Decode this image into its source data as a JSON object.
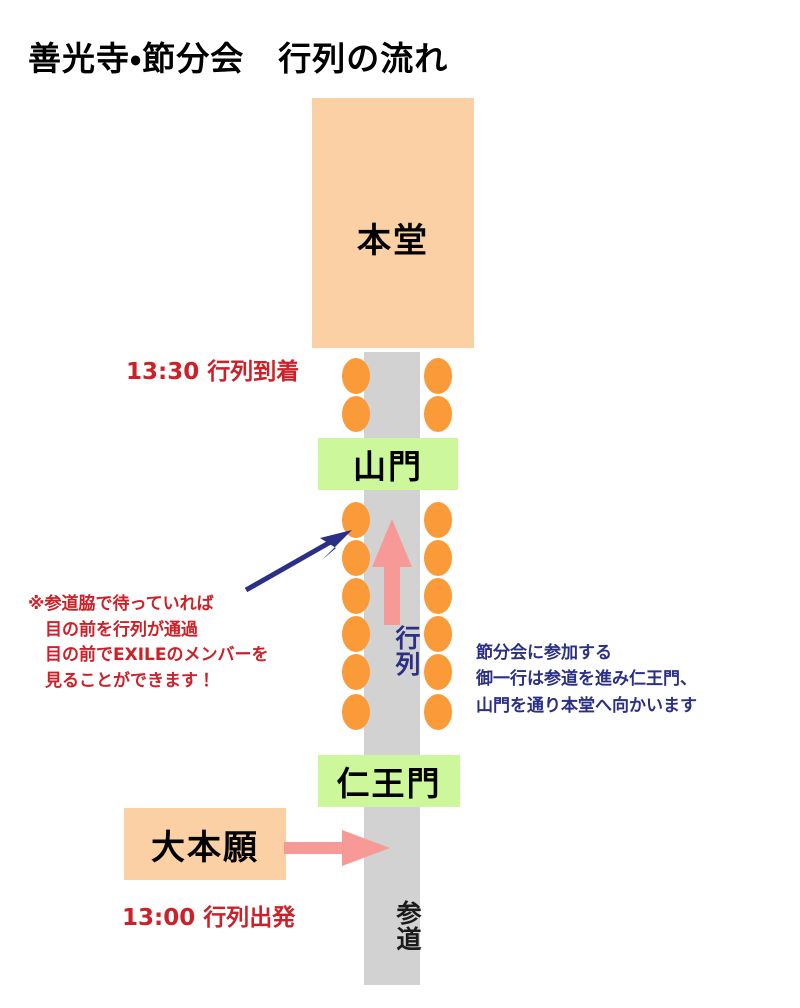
{
  "title": "善光寺・節分会　行列の流れ",
  "buildings": [
    {
      "id": "hondo",
      "label": "本堂",
      "color": "#fbd0a4"
    },
    {
      "id": "daihongan",
      "label": "大本願",
      "color": "#fbd0a4"
    }
  ],
  "gates": [
    {
      "id": "sanmon",
      "label": "山門",
      "color": "#ccf79a"
    },
    {
      "id": "niomon",
      "label": "仁王門",
      "color": "#ccf79a"
    }
  ],
  "path": {
    "label": "参道",
    "color": "#d2d2d2",
    "procession_label": "行列",
    "procession_arrow_color": "#f79a97",
    "procession_label_color": "#2b2f86"
  },
  "crowd": {
    "color": "#fa9a38",
    "rows_above_sanmon": 2,
    "rows_below_sanmon": 6,
    "columns": 2
  },
  "times": {
    "arrive": "13:30 行列到着",
    "depart": "13:00 行列出発",
    "color": "#cc2128"
  },
  "notes": {
    "left": "※参道脇で待っていれば\n　目の前を行列が通過\n　目の前でEXILEのメンバーを\n　見ることができます！",
    "left_color": "#cc2128",
    "right": "節分会に参加する\n御一行は参道を進み仁王門、\n山門を通り本堂へ向かいます",
    "right_color": "#2b2f86"
  },
  "arrows": {
    "pointer_color": "#2b2f86",
    "depart_color": "#f79a97"
  }
}
